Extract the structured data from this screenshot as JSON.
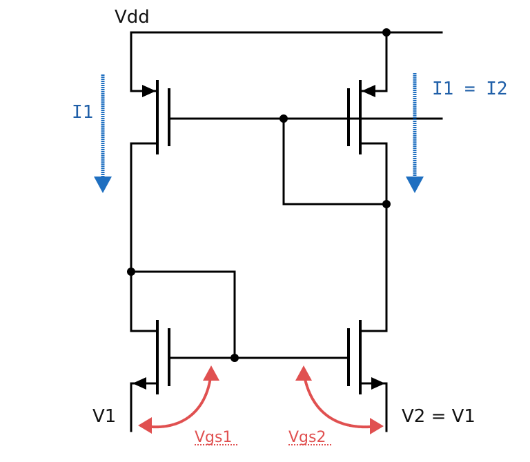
{
  "labels": {
    "vdd": "Vdd",
    "i1": "I1",
    "i1_eq_i2": "I1 = I2",
    "v1": "V1",
    "v2_eq_v1": "V2 = V1",
    "vgs1": "Vgs1",
    "vgs2": "Vgs2"
  },
  "colors": {
    "wire": "#000000",
    "current_arrow": "#1f6fc0",
    "annotation": "#e05050"
  }
}
